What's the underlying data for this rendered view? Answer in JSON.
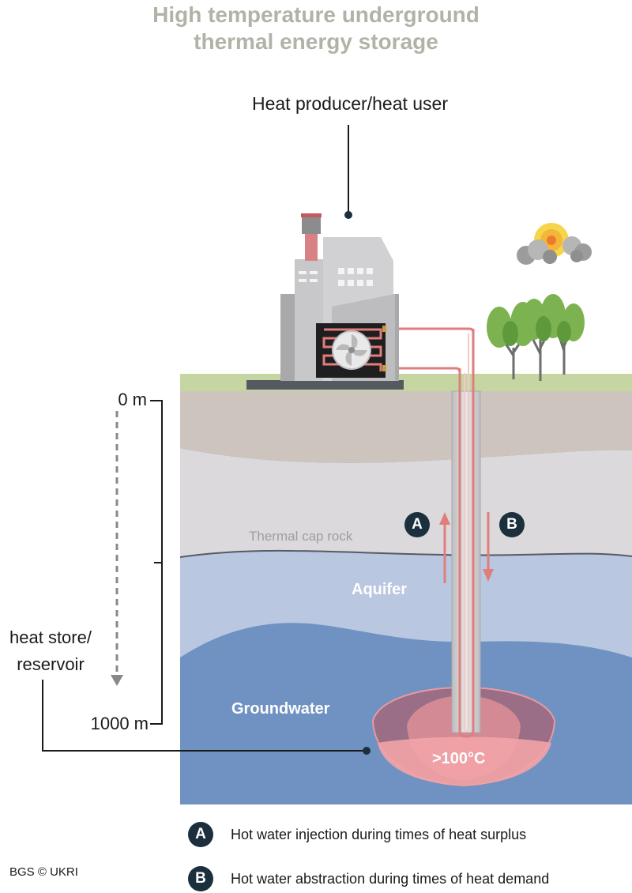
{
  "title": {
    "line1": "High temperature underground",
    "line2": "thermal energy storage"
  },
  "labels": {
    "producer": "Heat producer/heat user",
    "depth_top": "0 m",
    "depth_bottom": "1000 m",
    "store_line1": "heat store/",
    "store_line2": "reservoir",
    "caprock": "Thermal cap rock",
    "aquifer": "Aquifer",
    "groundwater": "Groundwater",
    "temperature": ">100°C"
  },
  "markers": {
    "a": "A",
    "b": "B"
  },
  "legend": [
    {
      "key": "A",
      "text": "Hot water injection during times of heat surplus"
    },
    {
      "key": "B",
      "text": "Hot water abstraction during times of heat demand"
    }
  ],
  "credit": "BGS © UKRI",
  "colors": {
    "title": "#b3b2a8",
    "grass": "#c6d6a2",
    "topsoil": "#cdc5bd",
    "caprock": "#dcd9dc",
    "aquifer": "#b9c7e0",
    "groundwater": "#6f92c2",
    "pipe": "#e07d7d",
    "badge": "#1b2f3d"
  },
  "icons": [
    "factory-icon",
    "heat-exchanger-fan-icon",
    "sun-cloud-icon",
    "tree-icon"
  ]
}
